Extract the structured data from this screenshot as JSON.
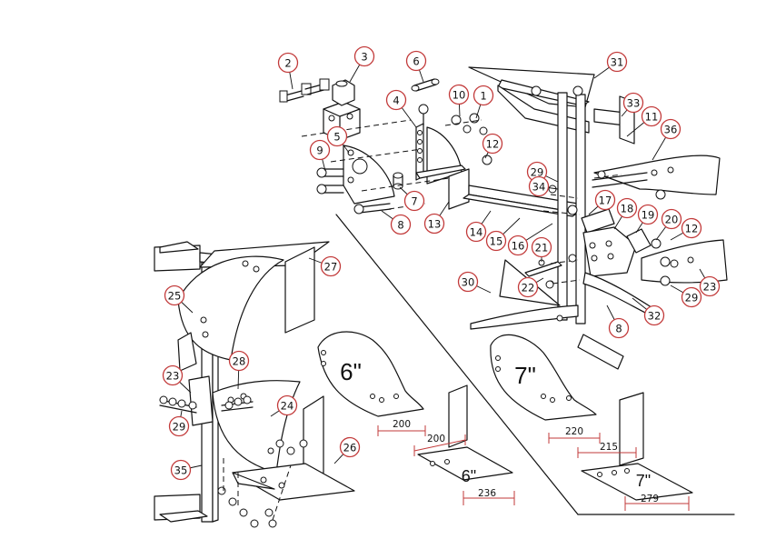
{
  "callouts": [
    {
      "id": "c1",
      "label": "1"
    },
    {
      "id": "c2",
      "label": "2"
    },
    {
      "id": "c3",
      "label": "3"
    },
    {
      "id": "c4",
      "label": "4"
    },
    {
      "id": "c5",
      "label": "5"
    },
    {
      "id": "c6",
      "label": "6"
    },
    {
      "id": "c7",
      "label": "7"
    },
    {
      "id": "c8a",
      "label": "8"
    },
    {
      "id": "c8b",
      "label": "8"
    },
    {
      "id": "c9",
      "label": "9"
    },
    {
      "id": "c10",
      "label": "10"
    },
    {
      "id": "c11",
      "label": "11"
    },
    {
      "id": "c12a",
      "label": "12"
    },
    {
      "id": "c12b",
      "label": "12"
    },
    {
      "id": "c13",
      "label": "13"
    },
    {
      "id": "c14",
      "label": "14"
    },
    {
      "id": "c15",
      "label": "15"
    },
    {
      "id": "c16",
      "label": "16"
    },
    {
      "id": "c17",
      "label": "17"
    },
    {
      "id": "c18",
      "label": "18"
    },
    {
      "id": "c19",
      "label": "19"
    },
    {
      "id": "c20",
      "label": "20"
    },
    {
      "id": "c21",
      "label": "21"
    },
    {
      "id": "c22",
      "label": "22"
    },
    {
      "id": "c23a",
      "label": "23"
    },
    {
      "id": "c23b",
      "label": "23"
    },
    {
      "id": "c24",
      "label": "24"
    },
    {
      "id": "c25",
      "label": "25"
    },
    {
      "id": "c26",
      "label": "26"
    },
    {
      "id": "c27",
      "label": "27"
    },
    {
      "id": "c28",
      "label": "28"
    },
    {
      "id": "c29a",
      "label": "29"
    },
    {
      "id": "c29b",
      "label": "29"
    },
    {
      "id": "c29c",
      "label": "29"
    },
    {
      "id": "c30",
      "label": "30"
    },
    {
      "id": "c31",
      "label": "31"
    },
    {
      "id": "c32",
      "label": "32"
    },
    {
      "id": "c33",
      "label": "33"
    },
    {
      "id": "c34",
      "label": "34"
    },
    {
      "id": "c35",
      "label": "35"
    },
    {
      "id": "c36",
      "label": "36"
    }
  ],
  "sizes": {
    "share6": "6\"",
    "share7": "7\"",
    "wing6": "6\"",
    "wing7": "7\""
  },
  "dimensions": {
    "share6_width": "200",
    "share7_width": "220",
    "wing6_top": "200",
    "wing6_bottom": "236",
    "wing7_top": "215",
    "wing7_bottom": "279"
  }
}
